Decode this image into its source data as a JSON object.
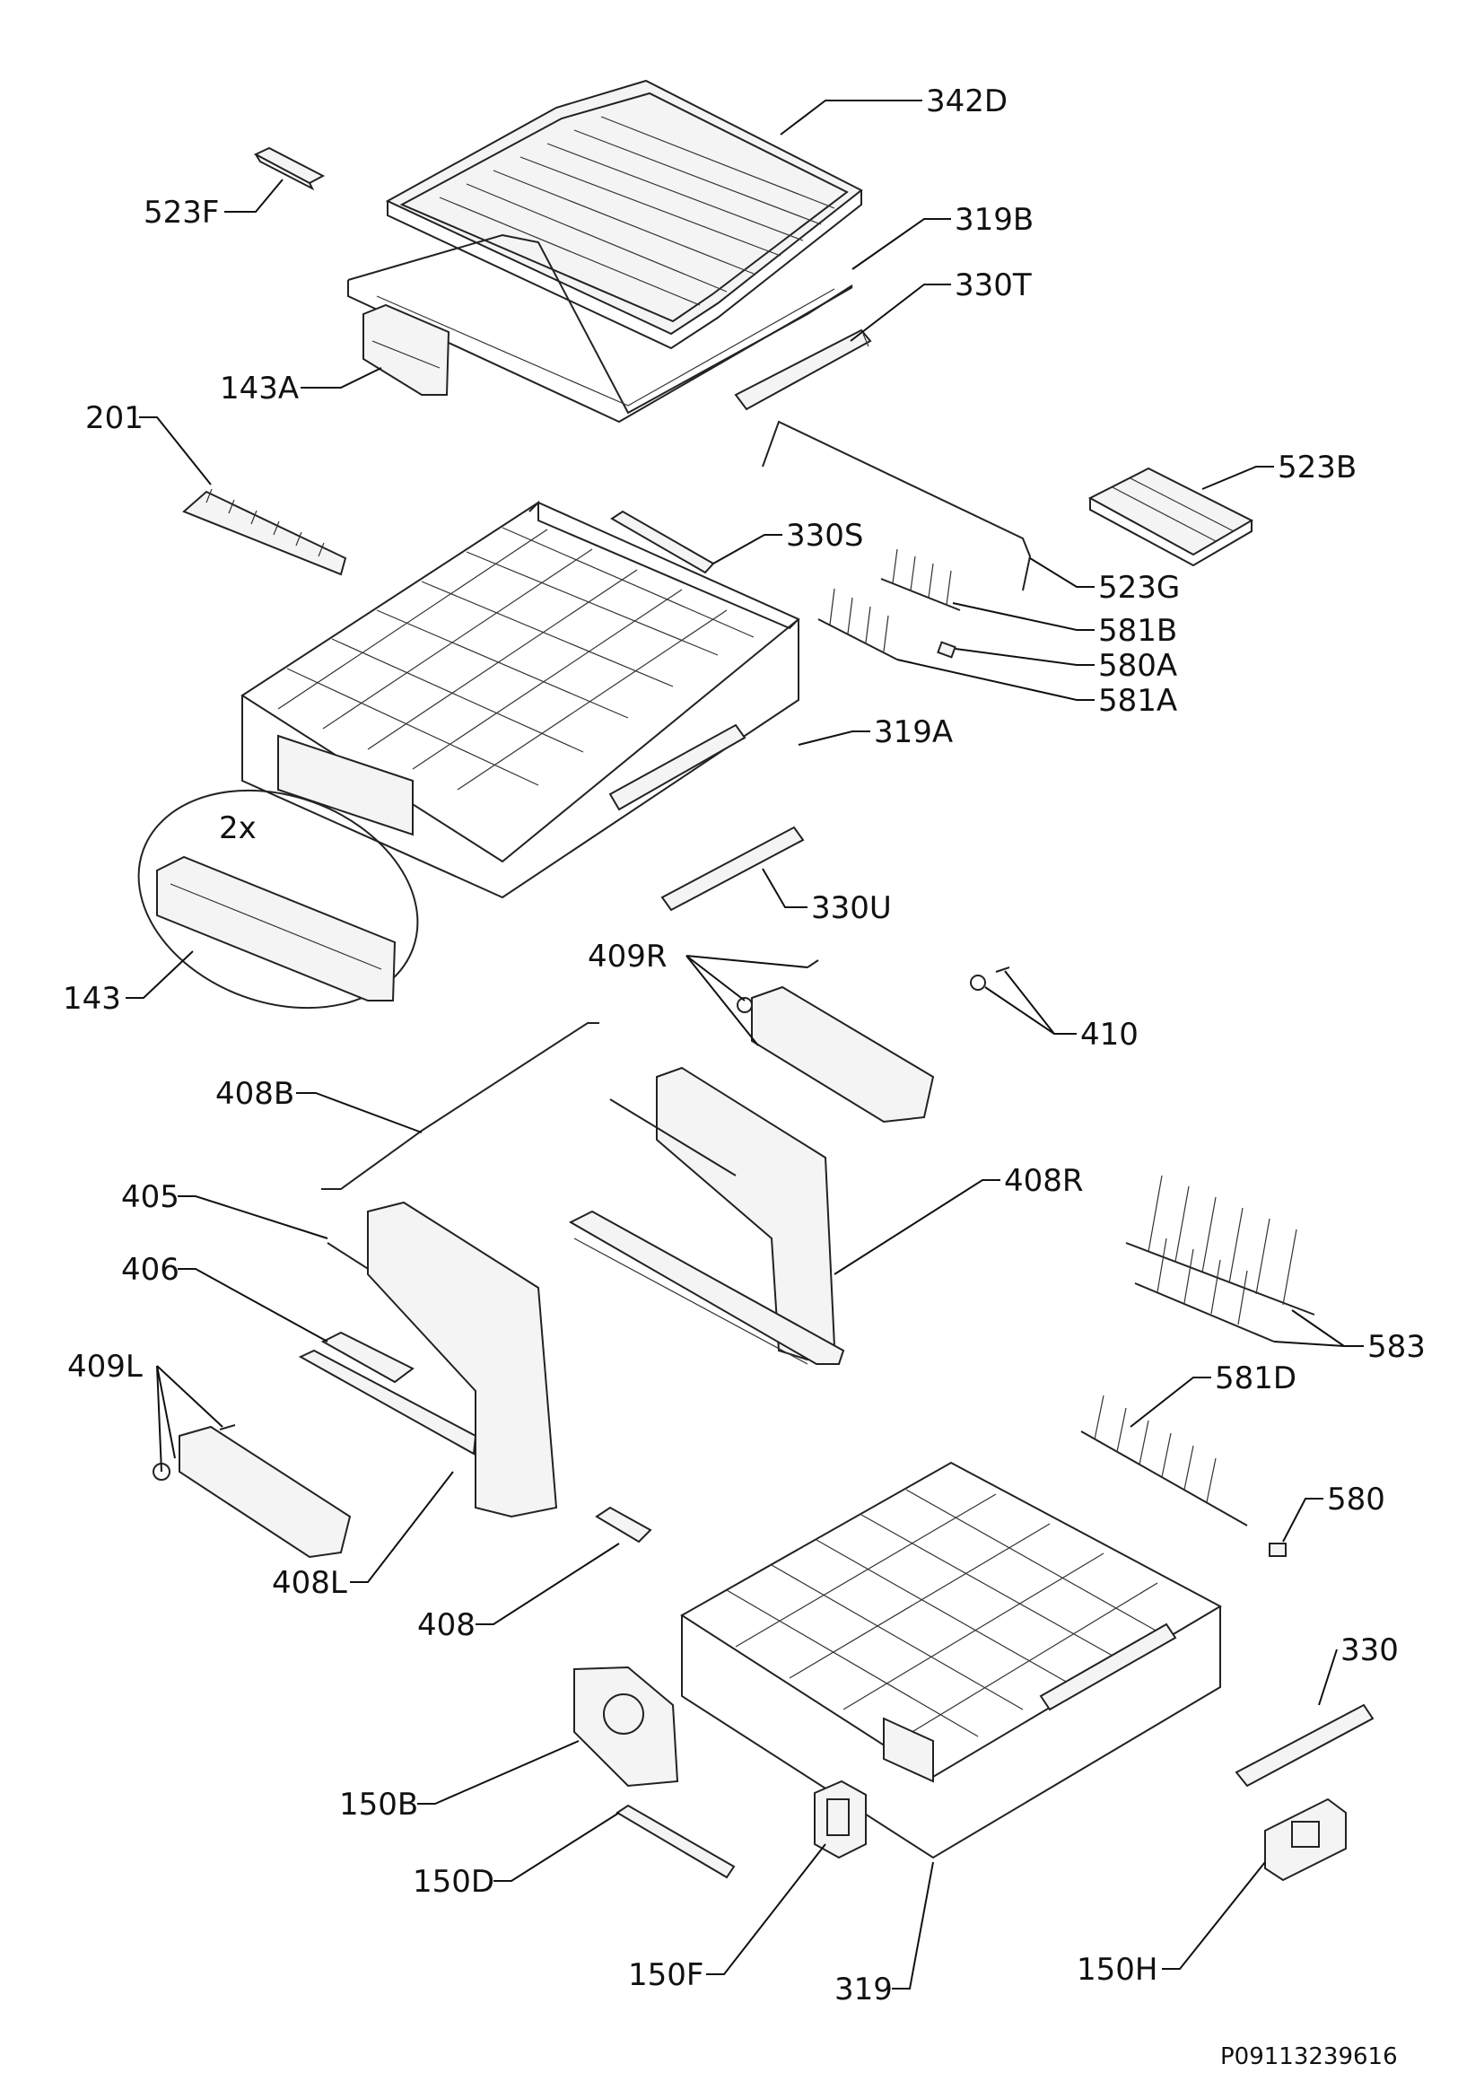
{
  "labels": {
    "p342D": "342D",
    "p523F": "523F",
    "p319B": "319B",
    "p330T": "330T",
    "p143A": "143A",
    "p201": "201",
    "p523B": "523B",
    "p330S": "330S",
    "p523G": "523G",
    "p581B": "581B",
    "p580A": "580A",
    "p581A": "581A",
    "p319A": "319A",
    "p2x": "2x",
    "p330U": "330U",
    "p143": "143",
    "p409R": "409R",
    "p410": "410",
    "p408B": "408B",
    "p408R": "408R",
    "p405": "405",
    "p406": "406",
    "p583": "583",
    "p409L": "409L",
    "p581D": "581D",
    "p580": "580",
    "p408L": "408L",
    "p408": "408",
    "p330": "330",
    "p150B": "150B",
    "p150D": "150D",
    "p150F": "150F",
    "p319": "319",
    "p150H": "150H"
  },
  "document_number": "P09113239616"
}
